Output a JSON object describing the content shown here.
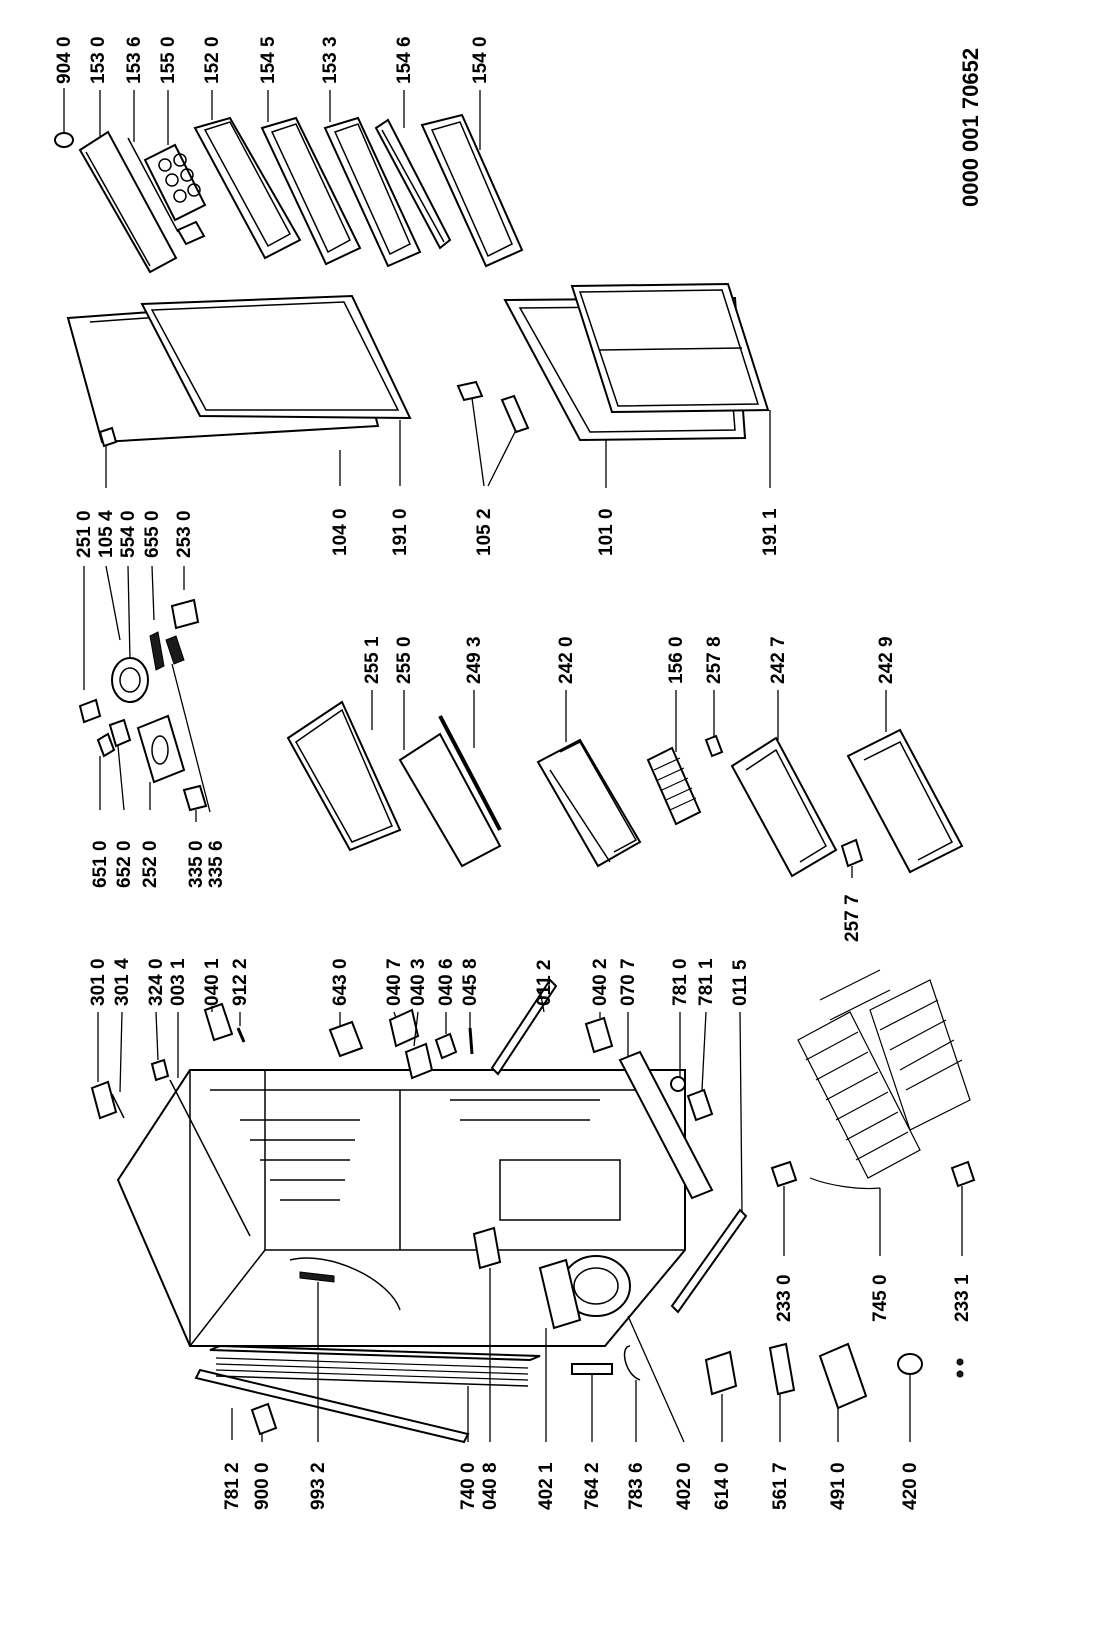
{
  "document_number": "0000 001 70652",
  "labels": {
    "p9040": "904 0",
    "p1530": "153 0",
    "p1536": "153 6",
    "p1550": "155 0",
    "p1520": "152 0",
    "p1545": "154 5",
    "p1533": "153 3",
    "p1546": "154 6",
    "p1540": "154 0",
    "p2510": "251 0",
    "p1054": "105 4",
    "p5540": "554 0",
    "p6550": "655 0",
    "p2530": "253 0",
    "p1040": "104 0",
    "p1910": "191 0",
    "p1052": "105 2",
    "p1010": "101 0",
    "p1911": "191 1",
    "p6510": "651 0",
    "p6520": "652 0",
    "p2520": "252 0",
    "p3350": "335 0",
    "p3356": "335 6",
    "p2551": "255 1",
    "p2550": "255 0",
    "p2493": "249 3",
    "p2420": "242 0",
    "p1560": "156 0",
    "p2578": "257 8",
    "p2427": "242 7",
    "p2429": "242 9",
    "p2577": "257 7",
    "p3010": "301 0",
    "p3014": "301 4",
    "p3240": "324 0",
    "p0031": "003 1",
    "p0401": "040 1",
    "p9122": "912 2",
    "p6430": "643 0",
    "p0407": "040 7",
    "p0403": "040 3",
    "p0406": "040 6",
    "p0458": "045 8",
    "p0112": "011 2",
    "p0402": "040 2",
    "p0707": "070 7",
    "p7810": "781 0",
    "p7811": "781 1",
    "p0115": "011 5",
    "p2330": "233 0",
    "p7450": "745 0",
    "p2331": "233 1",
    "p7812": "781 2",
    "p9000": "900 0",
    "p9932": "993 2",
    "p7400": "740 0",
    "p0408": "040 8",
    "p4021": "402 1",
    "p7642": "764 2",
    "p7836": "783 6",
    "p4020": "402 0",
    "p6140": "614 0",
    "p5617": "561 7",
    "p4910": "491 0",
    "p4200": "420 0"
  }
}
